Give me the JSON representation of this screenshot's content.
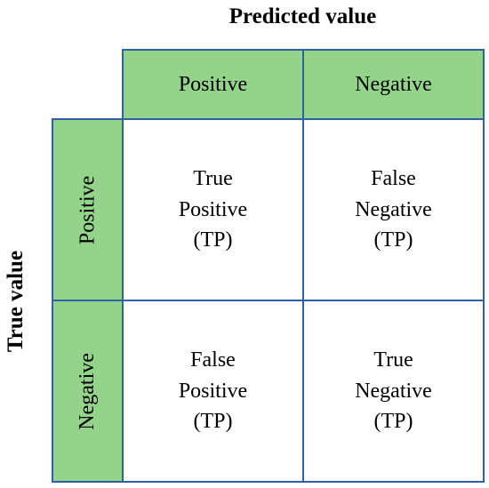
{
  "titles": {
    "predicted": "Predicted value",
    "true": "True value"
  },
  "columns": {
    "positive": "Positive",
    "negative": "Negative"
  },
  "rows": {
    "positive": "Positive",
    "negative": "Negative"
  },
  "cells": {
    "tp": [
      "True",
      "Positive",
      "(TP)"
    ],
    "fn": [
      "False",
      "Negative",
      "(TP)"
    ],
    "fp": [
      "False",
      "Positive",
      "(TP)"
    ],
    "tn": [
      "True",
      "Negative",
      "(TP)"
    ]
  },
  "colors": {
    "header_fill": "#93d38a",
    "border": "#2e62a8",
    "cell_fill": "#ffffff"
  }
}
